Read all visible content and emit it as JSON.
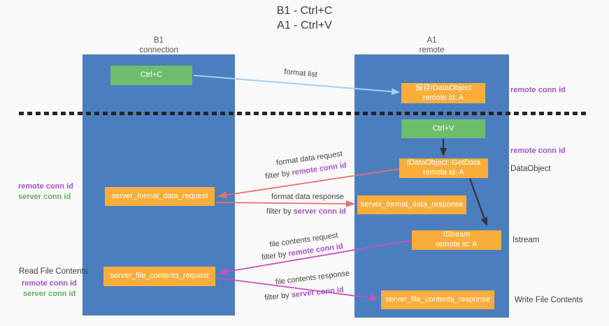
{
  "title": {
    "line1": "B1 - Ctrl+C",
    "line2": "A1 - Ctrl+V"
  },
  "lanes": {
    "left": {
      "name": "B1",
      "role": "connection"
    },
    "right": {
      "name": "A1",
      "role": "remote"
    }
  },
  "nodes": {
    "ctrl_c": {
      "label": "Ctrl+C"
    },
    "save_dataobject": {
      "line1": "保存IDataObject",
      "line2": "remote id: A"
    },
    "ctrl_v": {
      "label": "Ctrl+V"
    },
    "getdata": {
      "line1": "IDataObject::GetData",
      "line2": "remote id: A"
    },
    "format_request": {
      "label": "server_format_data_request"
    },
    "format_response": {
      "label": "server_format_data_response"
    },
    "istream": {
      "line1": "IStream",
      "line2": "remote id: A"
    },
    "file_request": {
      "label": "server_file_contents_request"
    },
    "file_response": {
      "label": "server_file_contents_response"
    }
  },
  "annotations": {
    "remote_conn_id": "remote conn id",
    "server_conn_id": "server conn id",
    "dataobject": "DataObject",
    "istream": "Istream",
    "read_file_contents": "Read File Contents",
    "write_file_contents": "Write File Contents"
  },
  "arrow_labels": {
    "format_list": "format list",
    "format_data_request": "format data request",
    "format_data_response": "format data response",
    "file_contents_request": "file contents request",
    "file_contents_response": "file contents response",
    "filter_by": "filter by "
  },
  "colors": {
    "lane_blue": "#4A7EBE",
    "node_orange": "#F9AE3C",
    "node_green": "#6CBE6C",
    "arrow_blue": "#A5CFEE",
    "arrow_red": "#E8716F",
    "arrow_magenta": "#C94FC3",
    "arrow_black": "#333333",
    "text_purple": "#A852C8",
    "text_green": "#5FAE5F"
  }
}
